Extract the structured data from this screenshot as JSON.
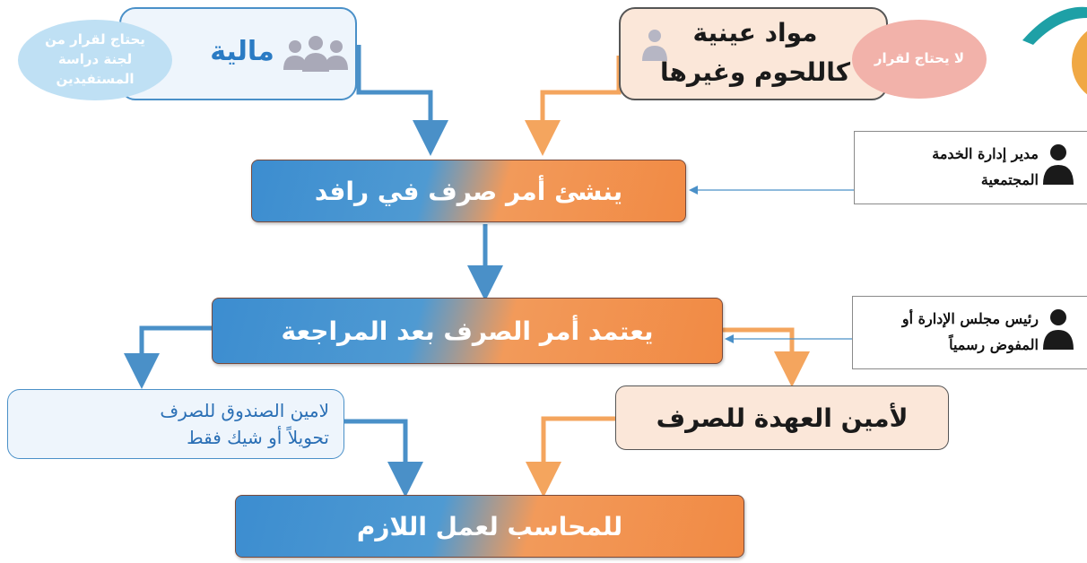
{
  "top": {
    "financial": {
      "title": "مالية",
      "note": "يحتاج لقرار من لجنة دراسة المستفيدين"
    },
    "inkind": {
      "line1": "مواد عينية",
      "line2": "كاللحوم وغيرها",
      "note": "لا يحتاج لقرار"
    }
  },
  "steps": {
    "create": "ينشئ أمر صرف في رافد",
    "approve": "يعتمد أمر الصرف بعد المراجعة",
    "accountant": "للمحاسب لعمل اللازم"
  },
  "branches": {
    "cashier_line1": "لامين الصندوق للصرف",
    "cashier_line2": "تحويلاً أو شيك فقط",
    "custody": "لأمين العهدة للصرف"
  },
  "authorities": {
    "a1_line1": "مدير إدارة الخدمة",
    "a1_line2": "المجتمعية",
    "a2_line1": "رئيس مجلس الإدارة أو",
    "a2_line2": "المفوض رسمياً"
  },
  "icons": {
    "group": "people-group-icon",
    "person_small": "person-icon",
    "person_dark": "person-icon"
  },
  "colors": {
    "blue_arrow": "#4a90c8",
    "orange_arrow": "#f4a55e",
    "gradient_blue": "#3c8dd0",
    "gradient_orange": "#f18a44"
  }
}
